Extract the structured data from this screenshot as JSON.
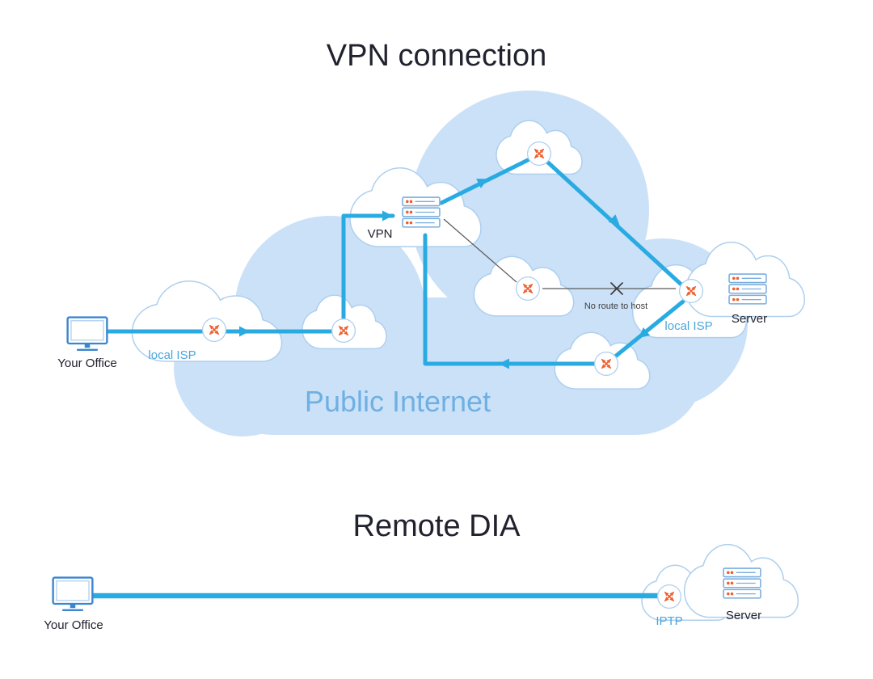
{
  "colors": {
    "line_blue": "#29abe2",
    "cloud_fill": "#cbe1f8",
    "cloud_stroke": "#aecfee",
    "label_blue": "#4ba6dc",
    "public_internet_blue": "#6fb0e2",
    "orange": "#f05f2e",
    "dark_text": "#21222e",
    "thin_line": "#595959",
    "monitor_blue": "#3a86d0",
    "server_stroke": "#7aaede"
  },
  "vpn_diagram": {
    "title": "VPN connection",
    "public_internet_label": "Public Internet",
    "your_office_label": "Your Office",
    "local_isp_left_label": "local ISP",
    "vpn_label": "VPN",
    "no_route_label": "No route to host",
    "local_isp_right_label": "local ISP",
    "server_label": "Server"
  },
  "dia_diagram": {
    "title": "Remote DIA",
    "your_office_label": "Your Office",
    "iptp_label": "IPTP",
    "server_label": "Server"
  },
  "icons": {
    "router_icon": "circle-with-crossed-orange-arrows",
    "server_icon": "stacked-rack-bars",
    "office_icon": "desktop-monitor",
    "blocked_icon": "x-mark"
  }
}
